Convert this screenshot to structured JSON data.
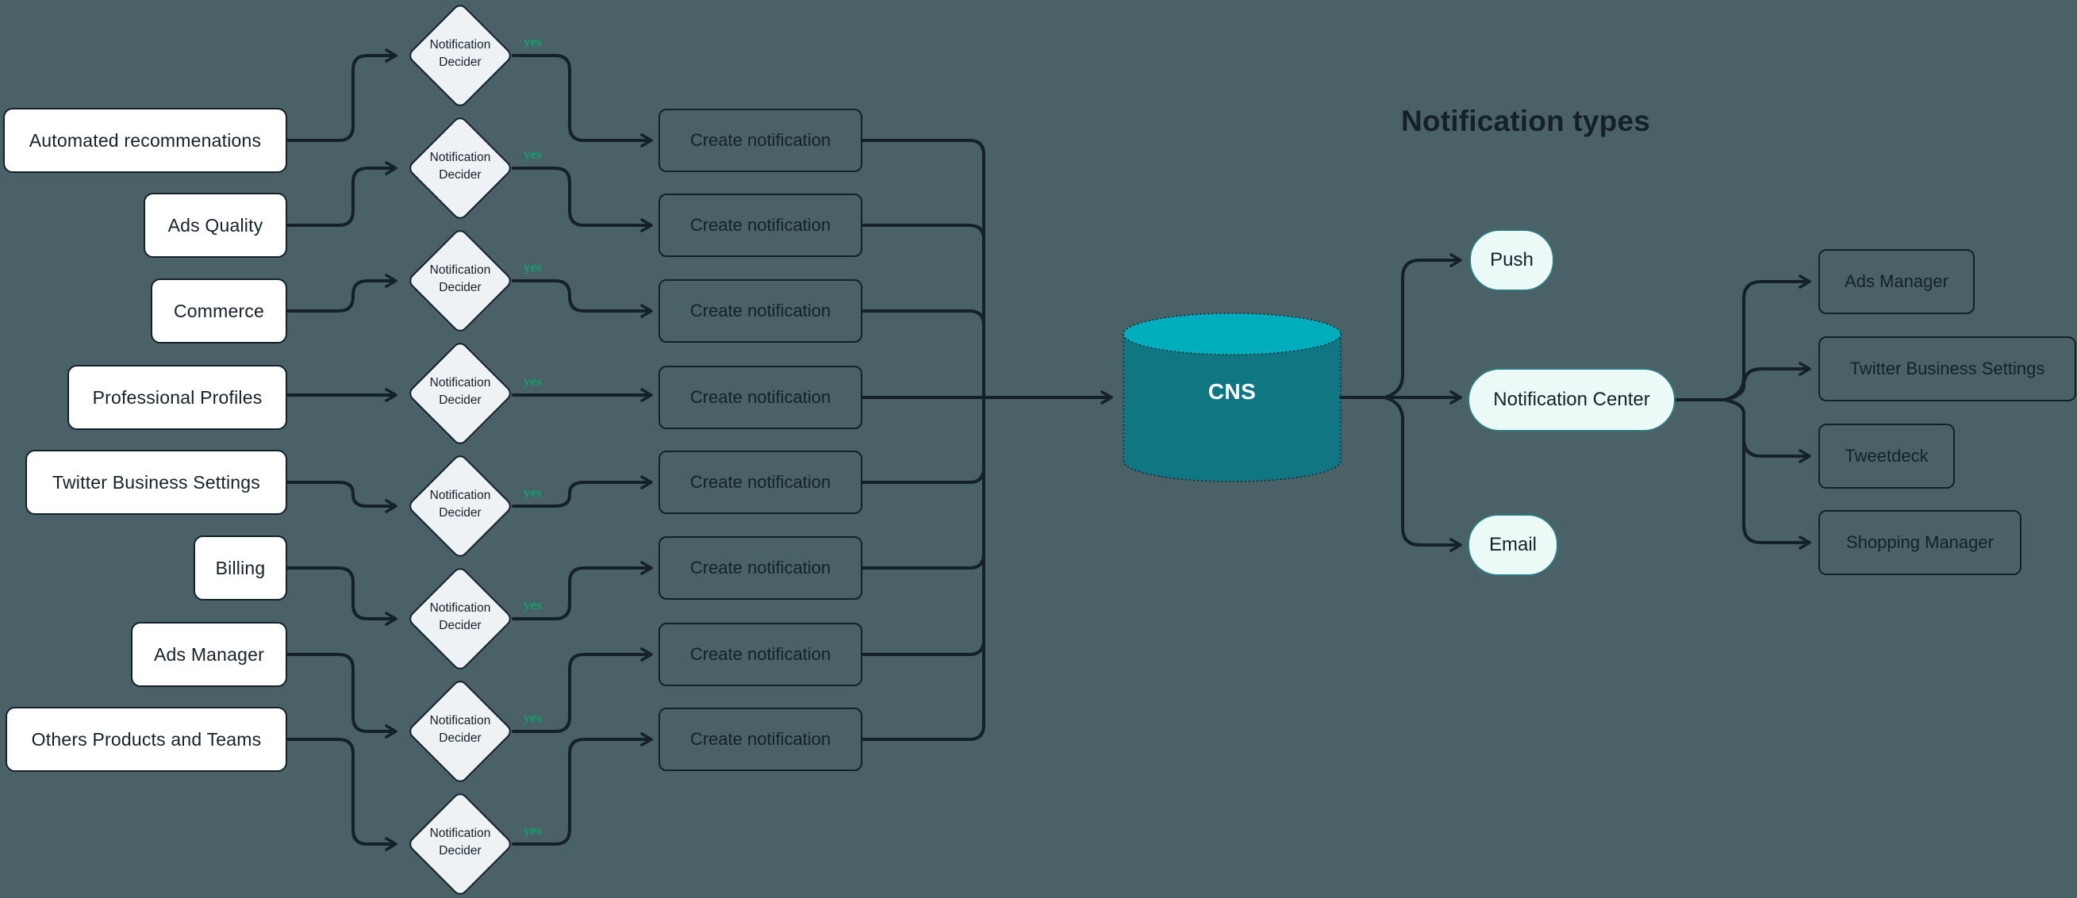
{
  "title": "Notification types",
  "labels": {
    "decider": "Notification Decider",
    "yes": "yes",
    "create": "Create notification",
    "datastore": "CNS"
  },
  "sources": [
    "Automated recommenations",
    "Ads Quality",
    "Commerce",
    "Professional Profiles",
    "Twitter Business Settings",
    "Billing",
    "Ads Manager",
    "Others Products and Teams"
  ],
  "types": [
    "Push",
    "Notification Center",
    "Email"
  ],
  "destinations": [
    "Ads Manager",
    "Twitter Business Settings",
    "Tweetdeck",
    "Shopping Manager"
  ],
  "colors": {
    "background": "#4a6167",
    "source_fill": "#ffffff",
    "diamond_fill": "#eff2f5",
    "pill_fill": "#ecfaf7",
    "pill_border": "#2a7a80",
    "cylinder_body": "#0f7682",
    "cylinder_top": "#00adbd",
    "line": "#14212b",
    "text": "#14212b",
    "yes_green": "#0aa368"
  }
}
